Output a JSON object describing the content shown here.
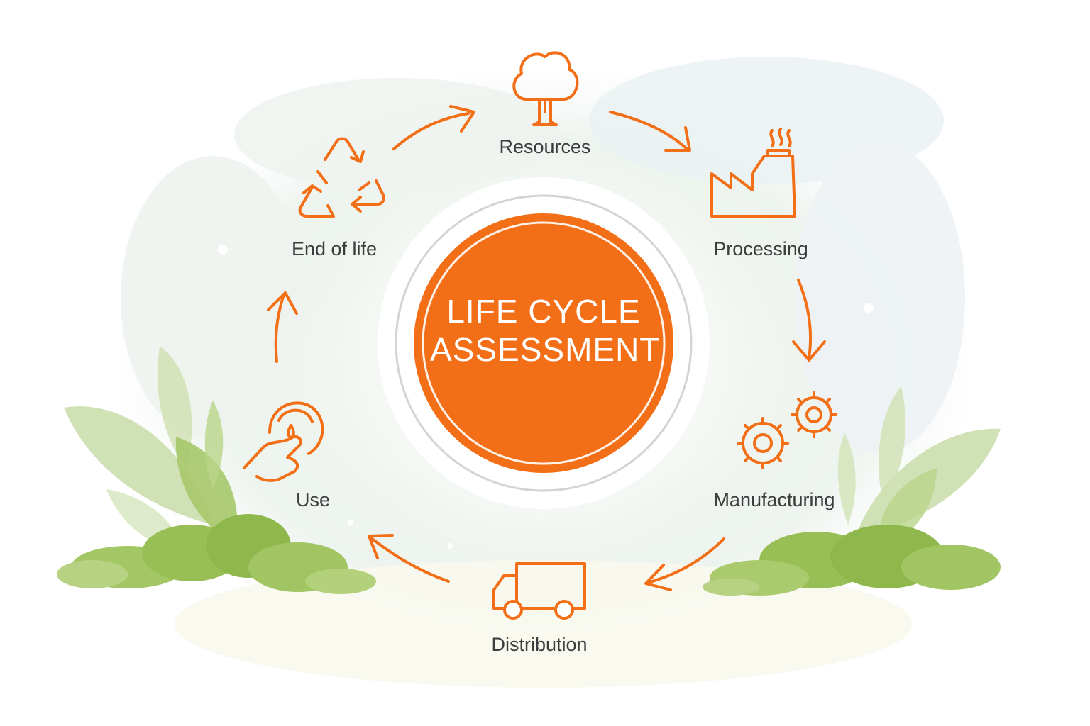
{
  "center": {
    "line1": "LIFE CYCLE",
    "line2": "ASSESSMENT"
  },
  "stages": {
    "resources": "Resources",
    "processing": "Processing",
    "manufacturing": "Manufacturing",
    "distribution": "Distribution",
    "use": "Use",
    "end_of_life": "End of life"
  },
  "colors": {
    "accent": "#f26f17",
    "text": "#3d3d3d",
    "leaf": "#9cc25a"
  },
  "icons": {
    "resources": "tree-icon",
    "processing": "factory-icon",
    "manufacturing": "gears-icon",
    "distribution": "truck-icon",
    "use": "hand-icon",
    "end_of_life": "recycle-icon"
  }
}
